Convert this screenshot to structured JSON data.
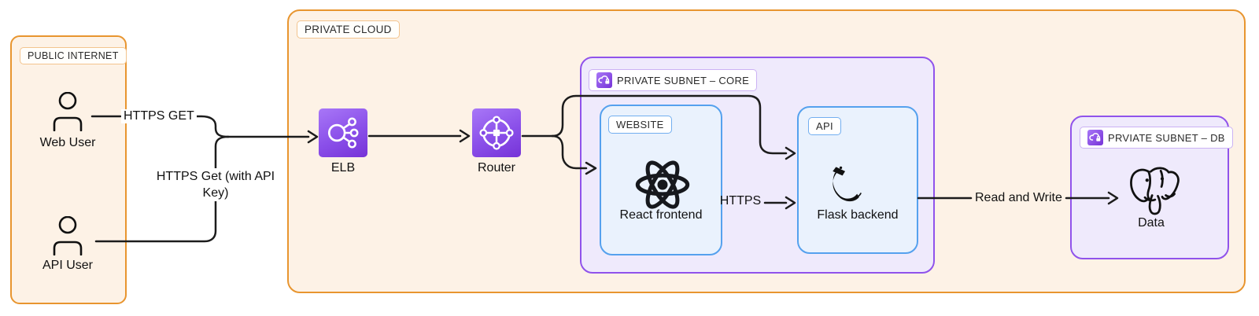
{
  "colors": {
    "orange_border": "#E8952F",
    "peach_fill": "#FDF2E6",
    "purple_border": "#9053EB",
    "lavender_fill": "#EFEAFC",
    "blue_border": "#55A1EE",
    "lightblue_fill": "#EAF2FD",
    "icon_gradient_start": "#A877F7",
    "icon_gradient_end": "#7633D7",
    "edge_line": "#1C1C1C"
  },
  "public_internet": {
    "title": "PUBLIC INTERNET",
    "web_user": "Web User",
    "api_user": "API User"
  },
  "private_cloud": {
    "title": "PRIVATE CLOUD",
    "elb": "ELB",
    "router": "Router"
  },
  "subnet_core": {
    "title": "PRIVATE SUBNET – CORE",
    "website_tag": "WEBSITE",
    "website_label": "React frontend",
    "api_tag": "API",
    "api_label": "Flask backend"
  },
  "subnet_db": {
    "title": "PRVIATE SUBNET – DB",
    "data_label": "Data"
  },
  "edges": {
    "web_user_request": "HTTPS GET",
    "api_user_request": "HTTPS Get (with API Key)",
    "frontend_backend": "HTTPS",
    "backend_db": "Read and Write"
  }
}
